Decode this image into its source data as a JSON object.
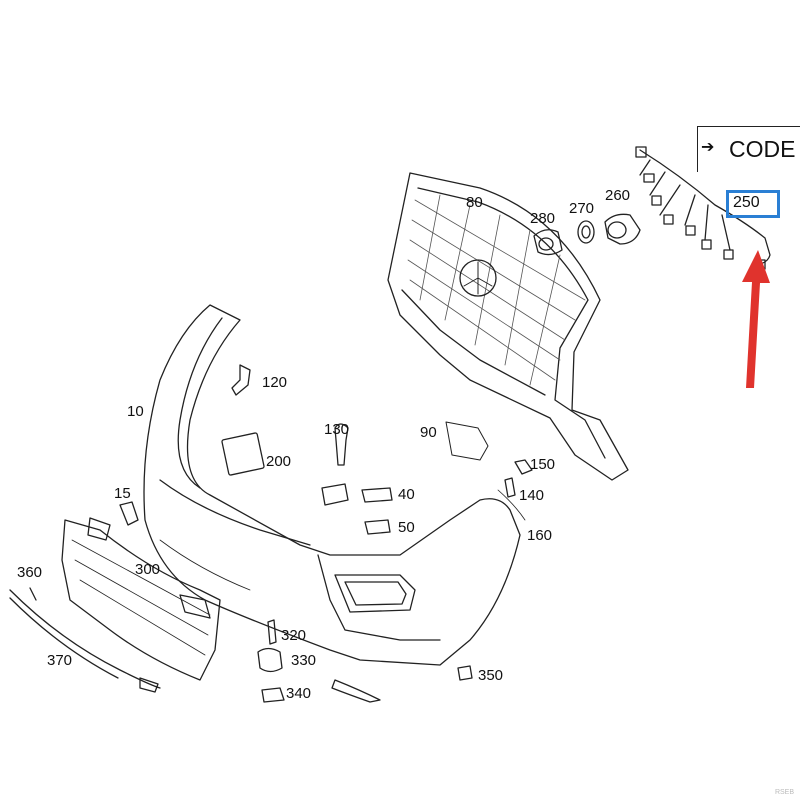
{
  "legend": {
    "arrow_glyph": "➔",
    "code_label": "CODE"
  },
  "highlight": {
    "label": "250",
    "box_color": "#2a7fd4",
    "arrow_color": "#e0332d"
  },
  "callouts": [
    "10",
    "15",
    "40",
    "50",
    "80",
    "90",
    "120",
    "130",
    "140",
    "150",
    "160",
    "200",
    "250",
    "260",
    "270",
    "280",
    "300",
    "320",
    "330",
    "340",
    "350",
    "360",
    "370"
  ],
  "watermark": "RSEB"
}
